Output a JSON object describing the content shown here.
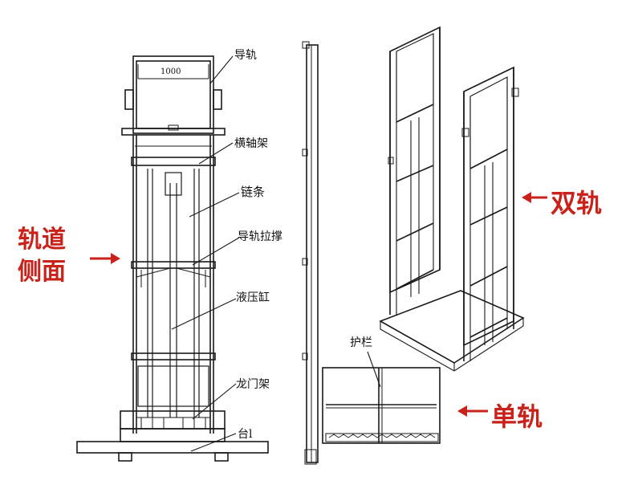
{
  "diagram": {
    "dimension_label": "1000",
    "side_view_labels": [
      "导轨",
      "横轴架",
      "链条",
      "导轨拉撑",
      "液压缸",
      "龙门架",
      "台l"
    ],
    "guardrail_label": "护栏",
    "track_side_label_line1": "轨道",
    "track_side_label_line2": "侧面",
    "double_rail_label": "双轨",
    "single_rail_label": "单轨",
    "arrow_color": "#c8221a",
    "line_color": "#1a1a1a"
  }
}
